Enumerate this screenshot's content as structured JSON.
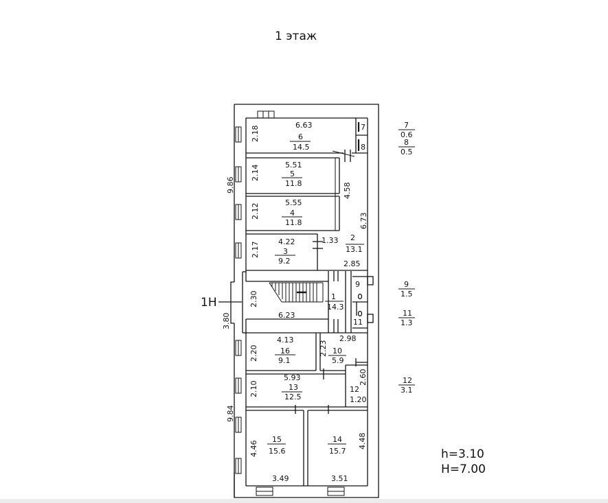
{
  "title": "1 этаж",
  "entrance_label": "1Н",
  "heights": {
    "h": "h=3.10",
    "H": "H=7.00"
  },
  "rooms": [
    {
      "id": "6",
      "num": "6",
      "area": "14.5",
      "length": "6.63",
      "width": "2.18"
    },
    {
      "id": "5",
      "num": "5",
      "area": "11.8",
      "length": "5.51",
      "width": "2.14"
    },
    {
      "id": "4",
      "num": "4",
      "area": "11.8",
      "length": "5.55",
      "width": "2.12"
    },
    {
      "id": "3",
      "num": "3",
      "area": "9.2",
      "length": "4.22",
      "width": "2.17"
    },
    {
      "id": "1",
      "num": "1",
      "area": "14.3",
      "length": "6.23",
      "width": "2.30"
    },
    {
      "id": "16",
      "num": "16",
      "area": "9.1",
      "length": "4.13",
      "width": "2.20"
    },
    {
      "id": "10",
      "num": "10",
      "area": "5.9",
      "length": "2.98",
      "width": "2.23"
    },
    {
      "id": "13",
      "num": "13",
      "area": "12.5",
      "length": "5.93",
      "width": "2.10"
    },
    {
      "id": "15",
      "num": "15",
      "area": "15.6",
      "length": "3.49",
      "width": "4.46"
    },
    {
      "id": "14",
      "num": "14",
      "area": "15.7",
      "length": "3.51",
      "width": "4.48"
    }
  ],
  "small_rooms": {
    "r7": "7",
    "r8": "8",
    "r9": "9",
    "r11": "11",
    "r12": "12",
    "r12_width": "1.20",
    "r12_length": "2.60"
  },
  "corridor": {
    "num": "2",
    "area": "13.1",
    "length": "6.73",
    "width": "1.33",
    "seg_a": "4.58",
    "seg_b": "2.85"
  },
  "outer_dims": {
    "left_top": "9.86",
    "left_mid": "3.80",
    "left_bottom": "9.84"
  },
  "legend": [
    {
      "num": "7",
      "area": "0.6"
    },
    {
      "num": "8",
      "area": "0.5"
    },
    {
      "num": "9",
      "area": "1.5"
    },
    {
      "num": "11",
      "area": "1.3"
    },
    {
      "num": "12",
      "area": "3.1"
    }
  ],
  "colors": {
    "line": "#111111",
    "background": "#ffffff"
  }
}
